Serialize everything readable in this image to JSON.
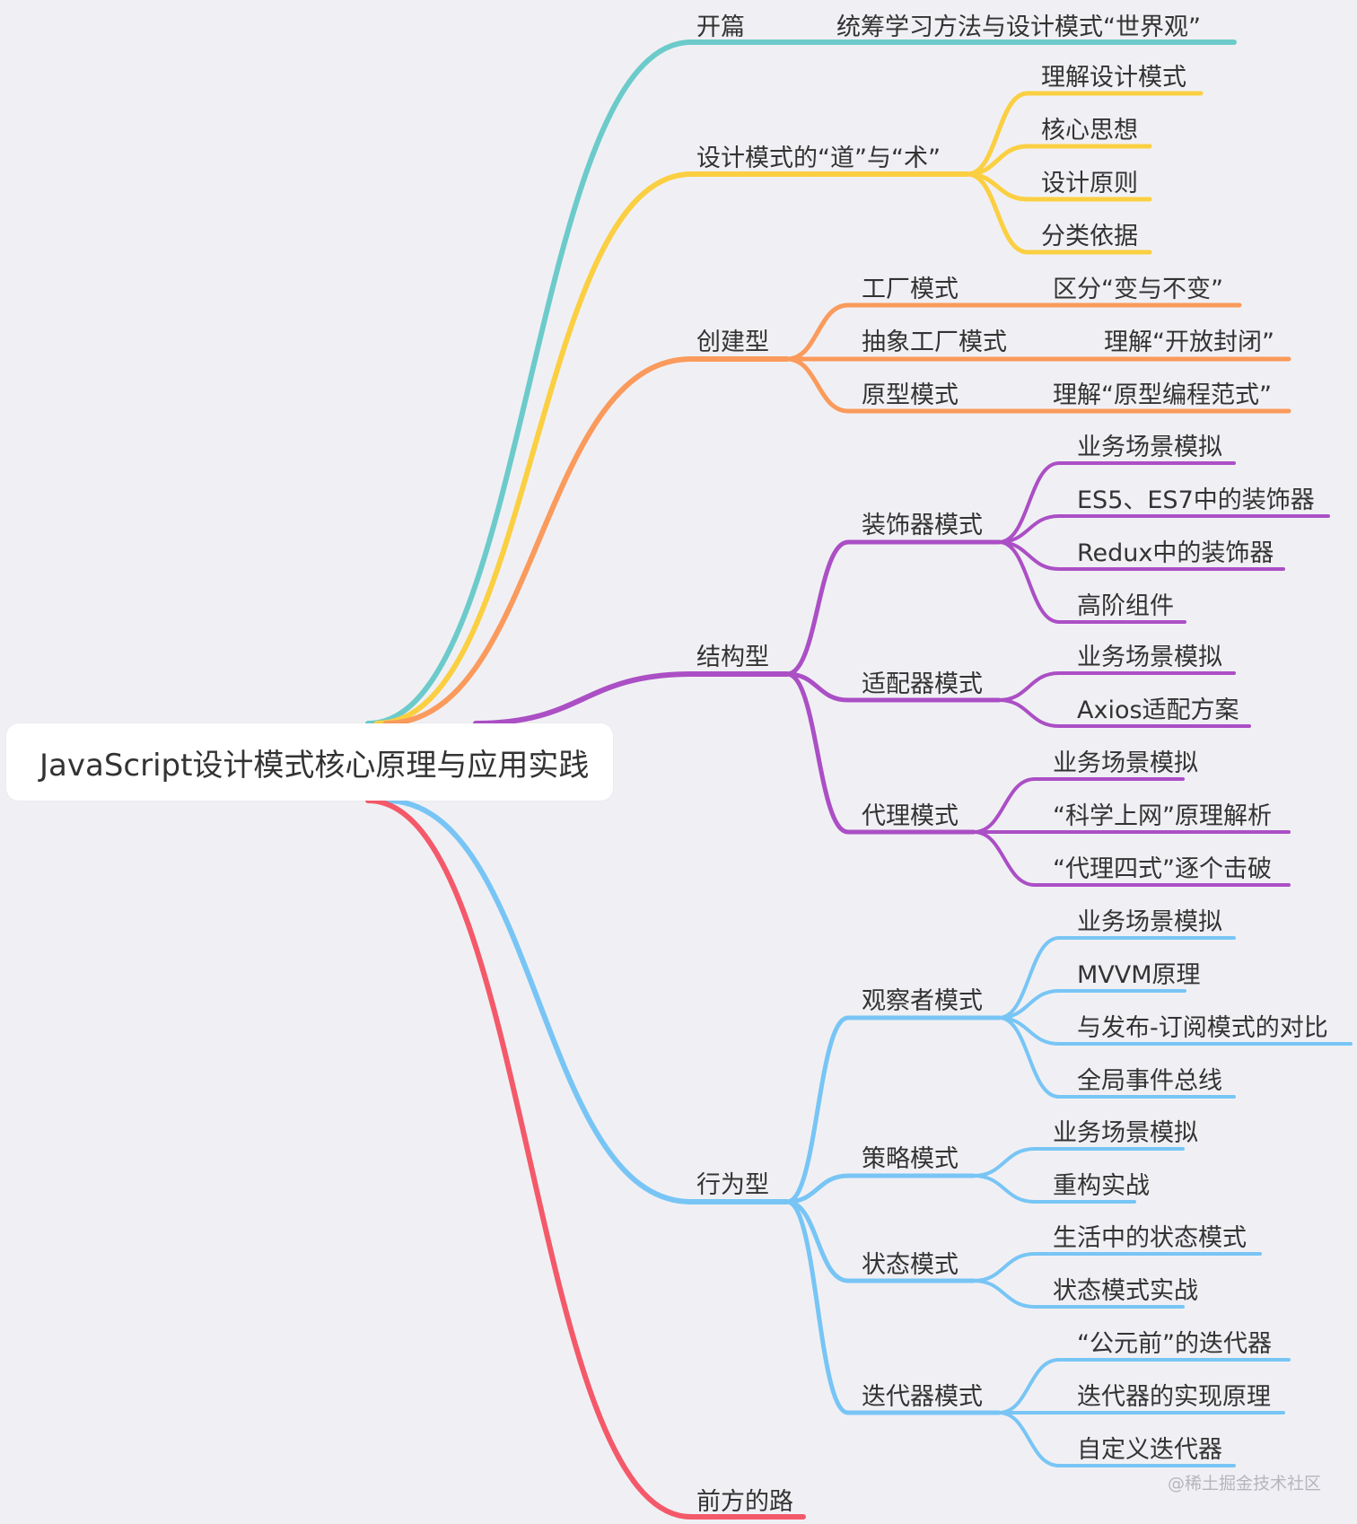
{
  "mindmap": {
    "root": {
      "label": "JavaScript设计模式核心原理与应用实践"
    },
    "colors": {
      "intro": "#6ccbca",
      "dao": "#fbcf42",
      "creational": "#fa9a5c",
      "structural": "#ab4fc5",
      "behavioral": "#78c5f5",
      "future": "#f4596a"
    },
    "branches": [
      {
        "label": "开篇",
        "color": "intro",
        "children": [
          {
            "label": "统筹学习方法与设计模式“世界观”"
          }
        ]
      },
      {
        "label": "设计模式的“道”与“术”",
        "color": "dao",
        "children": [
          {
            "label": "理解设计模式"
          },
          {
            "label": "核心思想"
          },
          {
            "label": "设计原则"
          },
          {
            "label": "分类依据"
          }
        ]
      },
      {
        "label": "创建型",
        "color": "creational",
        "children": [
          {
            "label": "工厂模式",
            "children": [
              {
                "label": "区分“变与不变”"
              }
            ]
          },
          {
            "label": "抽象工厂模式",
            "children": [
              {
                "label": "理解“开放封闭”"
              }
            ]
          },
          {
            "label": "原型模式",
            "children": [
              {
                "label": "理解“原型编程范式”"
              }
            ]
          }
        ]
      },
      {
        "label": "结构型",
        "color": "structural",
        "children": [
          {
            "label": "装饰器模式",
            "children": [
              {
                "label": "业务场景模拟"
              },
              {
                "label": "ES5、ES7中的装饰器"
              },
              {
                "label": "Redux中的装饰器"
              },
              {
                "label": "高阶组件"
              }
            ]
          },
          {
            "label": "适配器模式",
            "children": [
              {
                "label": "业务场景模拟"
              },
              {
                "label": "Axios适配方案"
              }
            ]
          },
          {
            "label": "代理模式",
            "children": [
              {
                "label": "业务场景模拟"
              },
              {
                "label": "“科学上网”原理解析"
              },
              {
                "label": "“代理四式”逐个击破"
              }
            ]
          }
        ]
      },
      {
        "label": "行为型",
        "color": "behavioral",
        "children": [
          {
            "label": "观察者模式",
            "children": [
              {
                "label": "业务场景模拟"
              },
              {
                "label": "MVVM原理"
              },
              {
                "label": "与发布-订阅模式的对比"
              },
              {
                "label": "全局事件总线"
              }
            ]
          },
          {
            "label": "策略模式",
            "children": [
              {
                "label": "业务场景模拟"
              },
              {
                "label": "重构实战"
              }
            ]
          },
          {
            "label": "状态模式",
            "children": [
              {
                "label": "生活中的状态模式"
              },
              {
                "label": "状态模式实战"
              }
            ]
          },
          {
            "label": "迭代器模式",
            "children": [
              {
                "label": "“公元前”的迭代器"
              },
              {
                "label": "迭代器的实现原理"
              },
              {
                "label": "自定义迭代器"
              }
            ]
          }
        ]
      },
      {
        "label": "前方的路",
        "color": "future",
        "children": []
      }
    ]
  },
  "watermark": "@稀土掘金技术社区"
}
